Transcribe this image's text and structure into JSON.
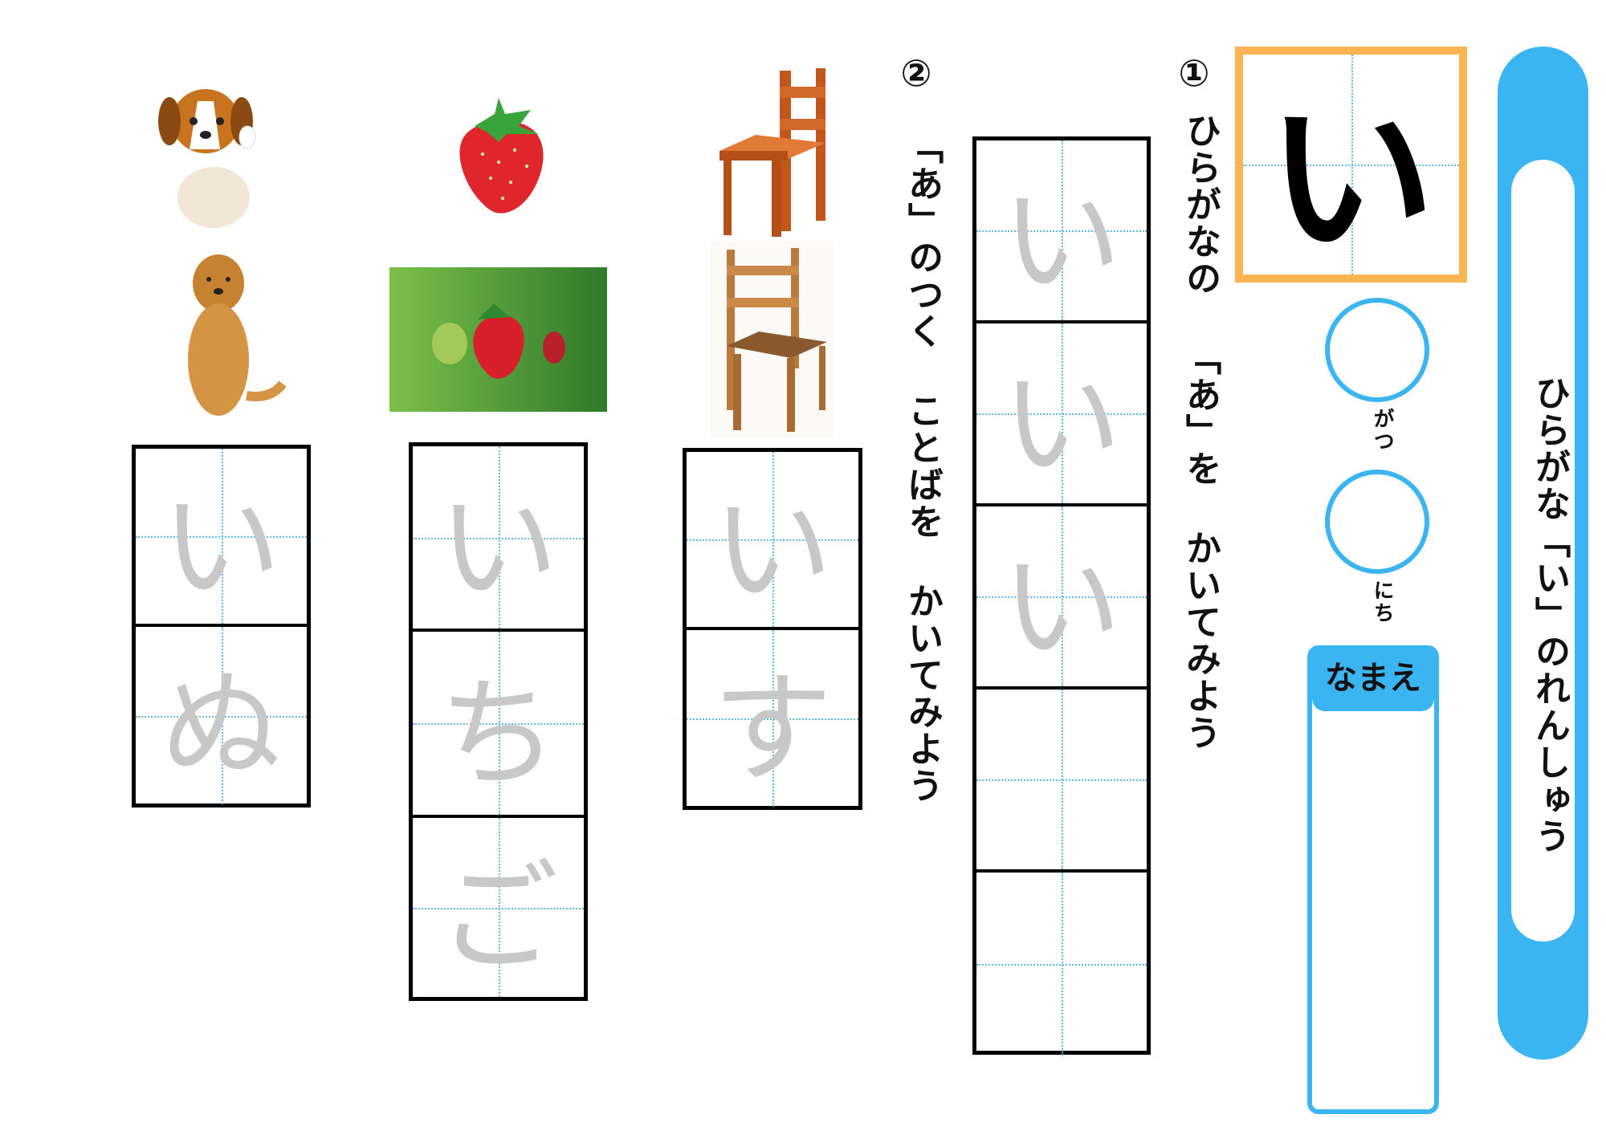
{
  "title": "ひらがな「い」のれんしゅう",
  "model_char": "い",
  "date": {
    "month_label": "がつ",
    "day_label": "にち"
  },
  "name_label": "なまえ",
  "section1": {
    "number": "①",
    "instruction": "ひらがなの 「あ」を かいてみよう",
    "trace_cells": [
      "い",
      "い",
      "い",
      "",
      ""
    ]
  },
  "section2": {
    "number": "②",
    "instruction": "「あ」のつく ことばを かいてみよう",
    "words": [
      {
        "picture": "chair",
        "cells": [
          "い",
          "す"
        ]
      },
      {
        "picture": "strawberry",
        "cells": [
          "い",
          "ち",
          "ご"
        ]
      },
      {
        "picture": "dog",
        "cells": [
          "い",
          "ぬ"
        ]
      }
    ]
  },
  "colors": {
    "accent_blue": "#3bb4f2",
    "accent_orange": "#fbb452",
    "trace_gray": "#c8c8c8"
  }
}
